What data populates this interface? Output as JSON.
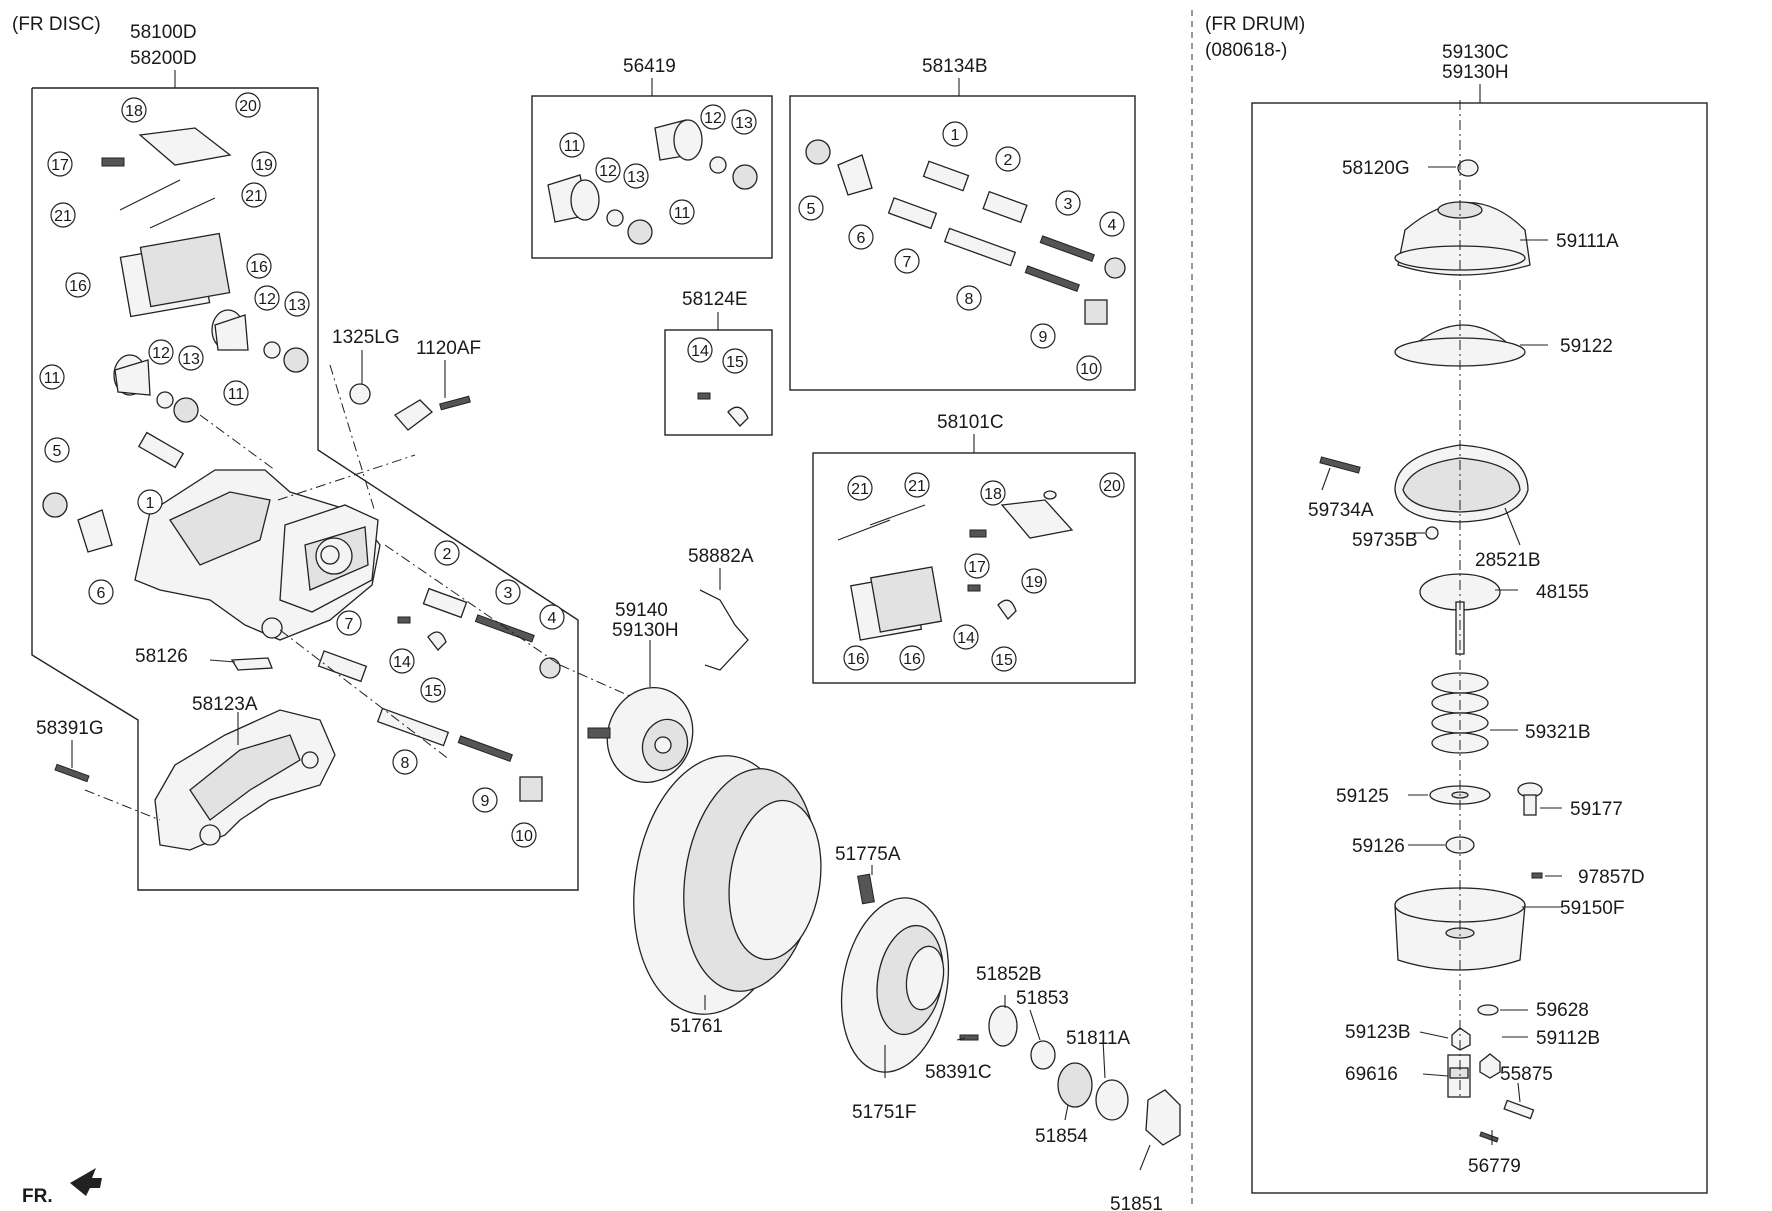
{
  "sections": {
    "fr_disc": "(FR DISC)",
    "fr_drum": "(FR DRUM)",
    "fr_drum_date": "(080618-)"
  },
  "disc_assembly": {
    "line1": "58100D",
    "line2": "58200D"
  },
  "drum_assembly": {
    "line1": "59130C",
    "line2": "59130H"
  },
  "kits": {
    "k56419": "56419",
    "k58134B": "58134B",
    "k58124E": "58124E",
    "k58101C": "58101C"
  },
  "part_numbers": {
    "p1325LG": "1325LG",
    "p1120AF": "1120AF",
    "p58126": "58126",
    "p58123A": "58123A",
    "p58391G": "58391G",
    "p58882A": "58882A",
    "p59140": "59140",
    "p59130H": "59130H",
    "p51761": "51761",
    "p51775A": "51775A",
    "p51751F": "51751F",
    "p58391C": "58391C",
    "p51852B": "51852B",
    "p51853": "51853",
    "p51811A": "51811A",
    "p51854": "51854",
    "p51851": "51851",
    "p58120G": "58120G",
    "p59111A": "59111A",
    "p59122": "59122",
    "p59734A": "59734A",
    "p59735B": "59735B",
    "p28521B": "28521B",
    "p48155": "48155",
    "p59321B": "59321B",
    "p59125": "59125",
    "p59177": "59177",
    "p59126": "59126",
    "p97857D": "97857D",
    "p59150F": "59150F",
    "p59628": "59628",
    "p59123B": "59123B",
    "p59112B": "59112B",
    "p69616": "69616",
    "p55875": "55875",
    "p56779": "56779"
  },
  "callouts": {
    "c1": "1",
    "c2": "2",
    "c3": "3",
    "c4": "4",
    "c5": "5",
    "c6": "6",
    "c7": "7",
    "c8": "8",
    "c9": "9",
    "c10": "10",
    "c11": "11",
    "c12": "12",
    "c13": "13",
    "c14": "14",
    "c15": "15",
    "c16": "16",
    "c17": "17",
    "c18": "18",
    "c19": "19",
    "c20": "20",
    "c21": "21"
  },
  "front_marker": "FR."
}
